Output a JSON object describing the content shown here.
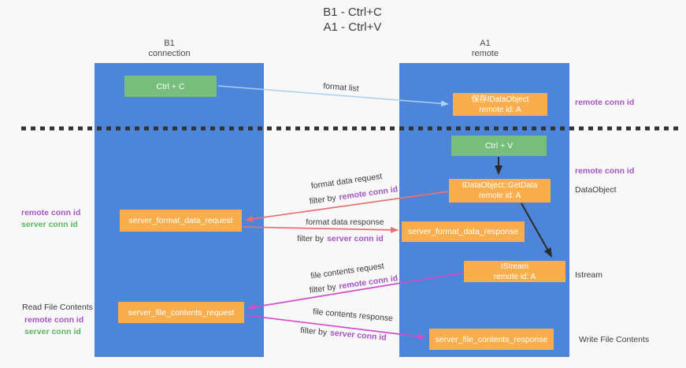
{
  "title": {
    "line1": "B1 - Ctrl+C",
    "line2": "A1 - Ctrl+V"
  },
  "lifelines": {
    "b1": {
      "name": "B1",
      "role": "connection"
    },
    "a1": {
      "name": "A1",
      "role": "remote"
    }
  },
  "nodes": {
    "ctrl_c": {
      "label": "Ctrl + C"
    },
    "ctrl_v": {
      "label": "Ctrl + V"
    },
    "save_idataobject": {
      "line1": "保存IDataObject",
      "line2": "remote id: A"
    },
    "idataobject_getdata": {
      "line1": "IDataObject::GetData",
      "line2": "remote id: A"
    },
    "istream": {
      "line1": "IStream",
      "line2": "remote id: A"
    },
    "server_format_data_request": {
      "label": "server_format_data_request"
    },
    "server_format_data_response": {
      "label": "server_format_data_response"
    },
    "server_file_contents_request": {
      "label": "server_file_contents_request"
    },
    "server_file_contents_response": {
      "label": "server_file_contents_response"
    }
  },
  "edges": {
    "format_list": {
      "label": "format list"
    },
    "format_data_request": {
      "label": "format data request",
      "filter_prefix": "filter by",
      "filter_key": "remote conn id"
    },
    "format_data_response": {
      "label": "format data response",
      "filter_prefix": "filter by",
      "filter_key": "server conn id"
    },
    "file_contents_request": {
      "label": "file contents request",
      "filter_prefix": "filter by",
      "filter_key": "remote conn id"
    },
    "file_contents_response": {
      "label": "file contents response",
      "filter_prefix": "filter by",
      "filter_key": "server conn id"
    }
  },
  "annotations": {
    "right_remote_conn_id_1": "remote conn id",
    "right_remote_conn_id_2": "remote conn id",
    "right_dataobject": "DataObject",
    "right_istream": "Istream",
    "right_write_file_contents": "Write File Contents",
    "left_remote_conn_id_1": "remote conn id",
    "left_server_conn_id_1": "server conn id",
    "left_read_file_contents": "Read File Contents",
    "left_remote_conn_id_2": "remote conn id",
    "left_server_conn_id_2": "server conn id"
  },
  "colors": {
    "background": "#f8f8f9",
    "lifeline_blue": "#4d86d8",
    "node_green": "#77be7d",
    "node_orange": "#f9ae4d",
    "arrow_light_blue": "#a8d0f0",
    "arrow_red": "#e87170",
    "arrow_magenta": "#ce4ecb",
    "arrow_black": "#2b2b2b",
    "label_purple": "#a555c3",
    "label_green": "#5bb661",
    "separator_dash": "#333333"
  }
}
